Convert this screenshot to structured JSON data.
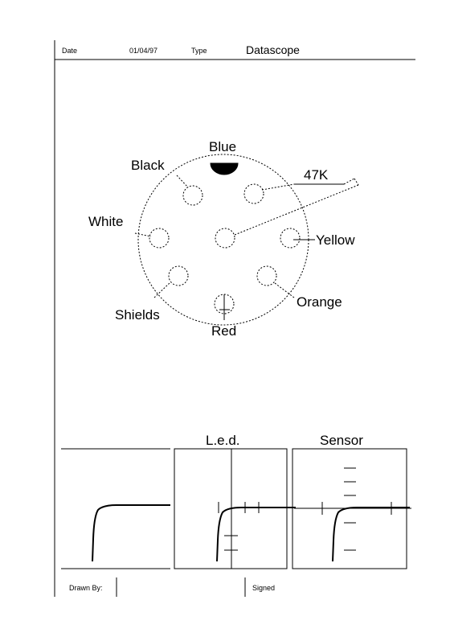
{
  "header": {
    "date_label": "Date",
    "date_value": "01/04/97",
    "type_label": "Type",
    "type_value": "Datascope"
  },
  "connector": {
    "labels": {
      "blue": "Blue",
      "black": "Black",
      "resistor": "47K",
      "white": "White",
      "yellow": "Yellow",
      "shields": "Shields",
      "orange": "Orange",
      "red": "Red"
    }
  },
  "charts": {
    "led_title": "L.e.d.",
    "sensor_title": "Sensor"
  },
  "footer": {
    "drawn_by_label": "Drawn By:",
    "signed_label": "Signed"
  }
}
